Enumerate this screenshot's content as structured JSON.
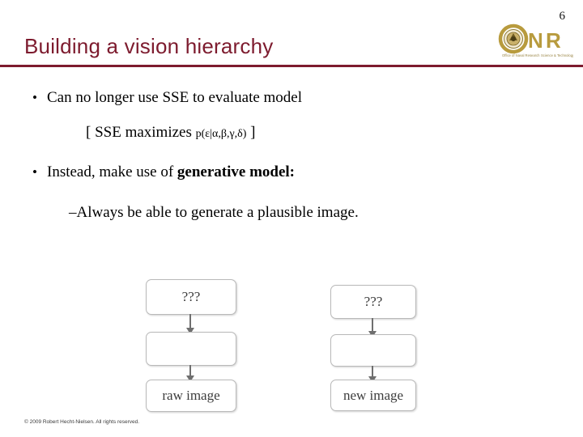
{
  "slide": {
    "number": "6",
    "title": "Building a vision hierarchy",
    "accent_color": "#7d1b2e",
    "footer": "© 2009 Robert Hecht-Nielsen. All rights reserved."
  },
  "logo": {
    "text": "ONR",
    "alt": "onr-logo"
  },
  "content": {
    "bullet1": {
      "marker": "•",
      "text": "Can no longer use SSE to evaluate model"
    },
    "sse_line": {
      "prefix": "[ SSE maximizes ",
      "math": "p(ε|α,β,γ,δ)",
      "suffix": " ]"
    },
    "bullet2": {
      "marker": "•",
      "text_plain": "Instead, make use of ",
      "text_bold": "generative model:"
    },
    "dash1": {
      "marker": "–",
      "text": "Always be able to generate a plausible image."
    }
  },
  "diagram": {
    "left_column": [
      {
        "label": "???"
      },
      {
        "label": ""
      },
      {
        "label": "raw image"
      }
    ],
    "right_column": [
      {
        "label": "???"
      },
      {
        "label": ""
      },
      {
        "label": "new image"
      }
    ]
  }
}
